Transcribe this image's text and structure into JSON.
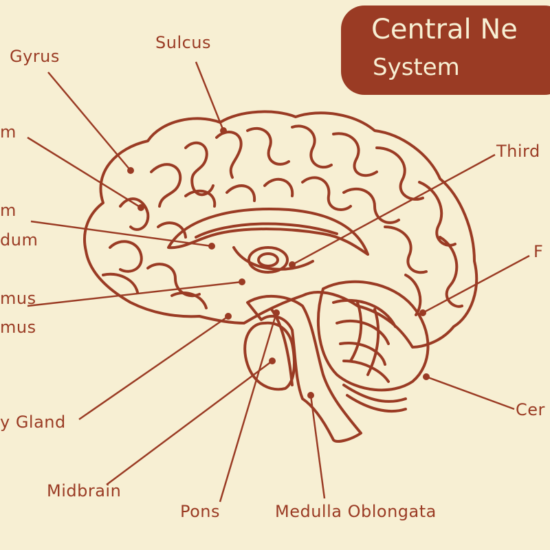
{
  "title": {
    "line1": "Central Ne",
    "line2": "System"
  },
  "labels": {
    "gyrus": "Gyrus",
    "sulcus": "Sulcus",
    "corpus_callosum_line1": "m",
    "septum_line1": "m",
    "septum_line2": "dum",
    "thalamus_line1": "mus",
    "thalamus_line2": "mus",
    "pituitary": "y Gland",
    "midbrain": "Midbrain",
    "pons": "Pons",
    "medulla": "Medulla Oblongata",
    "third_ventricle": "Third",
    "fornix": "F",
    "cerebellum": "Cer"
  },
  "colors": {
    "background": "#f7efd3",
    "ink": "#9a3b24",
    "title_text": "#f7efd3"
  }
}
